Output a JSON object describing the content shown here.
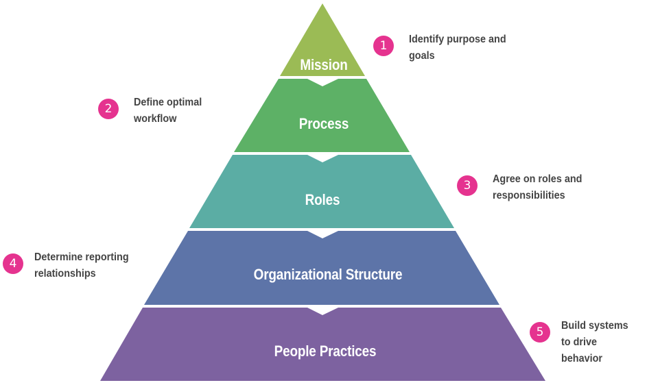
{
  "diagram": {
    "type": "pyramid",
    "layers": [
      {
        "label": "Mission",
        "color": "#9bbb55"
      },
      {
        "label": "Process",
        "color": "#5db166"
      },
      {
        "label": "Roles",
        "color": "#5bada4"
      },
      {
        "label": "Organizational Structure",
        "color": "#5d74a8"
      },
      {
        "label": "People Practices",
        "color": "#7d62a0"
      }
    ],
    "callouts": [
      {
        "number": "1",
        "text": "Identify purpose and\ngoals"
      },
      {
        "number": "2",
        "text": "Define optimal\nworkflow"
      },
      {
        "number": "3",
        "text": "Agree on roles and\nresponsibilities"
      },
      {
        "number": "4",
        "text": "Determine reporting\nrelationships"
      },
      {
        "number": "5",
        "text": "Build systems\nto drive\nbehavior"
      }
    ],
    "badge_color": "#e5338f",
    "callout_text_color": "#444444"
  }
}
